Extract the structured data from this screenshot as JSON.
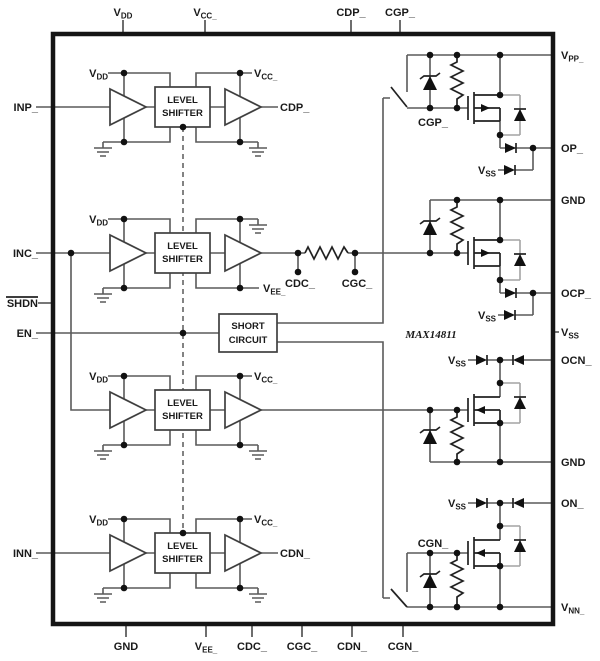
{
  "part_number": "MAX14811",
  "colors": {
    "background": "#ffffff",
    "wire": "#5a5a5a",
    "component": "#222222",
    "light_connector": "#a3a3a3",
    "text": "#1a1a1a",
    "border": "#151515"
  },
  "pins": {
    "top": [
      {
        "base": "V",
        "sub": "DD"
      },
      {
        "base": "V",
        "sub": "CC_"
      },
      {
        "label": "CDP_"
      },
      {
        "label": "CGP_"
      }
    ],
    "bottom": [
      {
        "label": "GND"
      },
      {
        "base": "V",
        "sub": "EE_"
      },
      {
        "label": "CDC_"
      },
      {
        "label": "CGC_"
      },
      {
        "label": "CDN_"
      },
      {
        "label": "CGN_"
      }
    ],
    "left": [
      {
        "label": "INP_"
      },
      {
        "label": "INC_"
      },
      {
        "label": "SHDN",
        "overline": true
      },
      {
        "label": "EN_"
      },
      {
        "label": "INN_"
      }
    ],
    "right": [
      {
        "base": "V",
        "sub": "PP_"
      },
      {
        "label": "OP_"
      },
      {
        "label": "GND"
      },
      {
        "label": "OCP_"
      },
      {
        "base": "V",
        "sub": "SS"
      },
      {
        "label": "OCN_"
      },
      {
        "label": "GND"
      },
      {
        "label": "ON_"
      },
      {
        "base": "V",
        "sub": "NN_"
      }
    ]
  },
  "nets": {
    "vdd": {
      "base": "V",
      "sub": "DD"
    },
    "vcc": {
      "base": "V",
      "sub": "CC_"
    },
    "vee": {
      "base": "V",
      "sub": "EE_"
    },
    "vss": {
      "base": "V",
      "sub": "SS"
    },
    "cdp": {
      "label": "CDP_"
    },
    "cdn": {
      "label": "CDN_"
    },
    "cdc": {
      "label": "CDC_"
    },
    "cgc": {
      "label": "CGC_"
    },
    "cgp": {
      "label": "CGP_"
    },
    "cgn": {
      "label": "CGN_"
    }
  },
  "blocks": {
    "level_shifter": {
      "line1": "LEVEL",
      "line2": "SHIFTER"
    },
    "short_circuit": {
      "line1": "SHORT",
      "line2": "CIRCUIT"
    }
  }
}
